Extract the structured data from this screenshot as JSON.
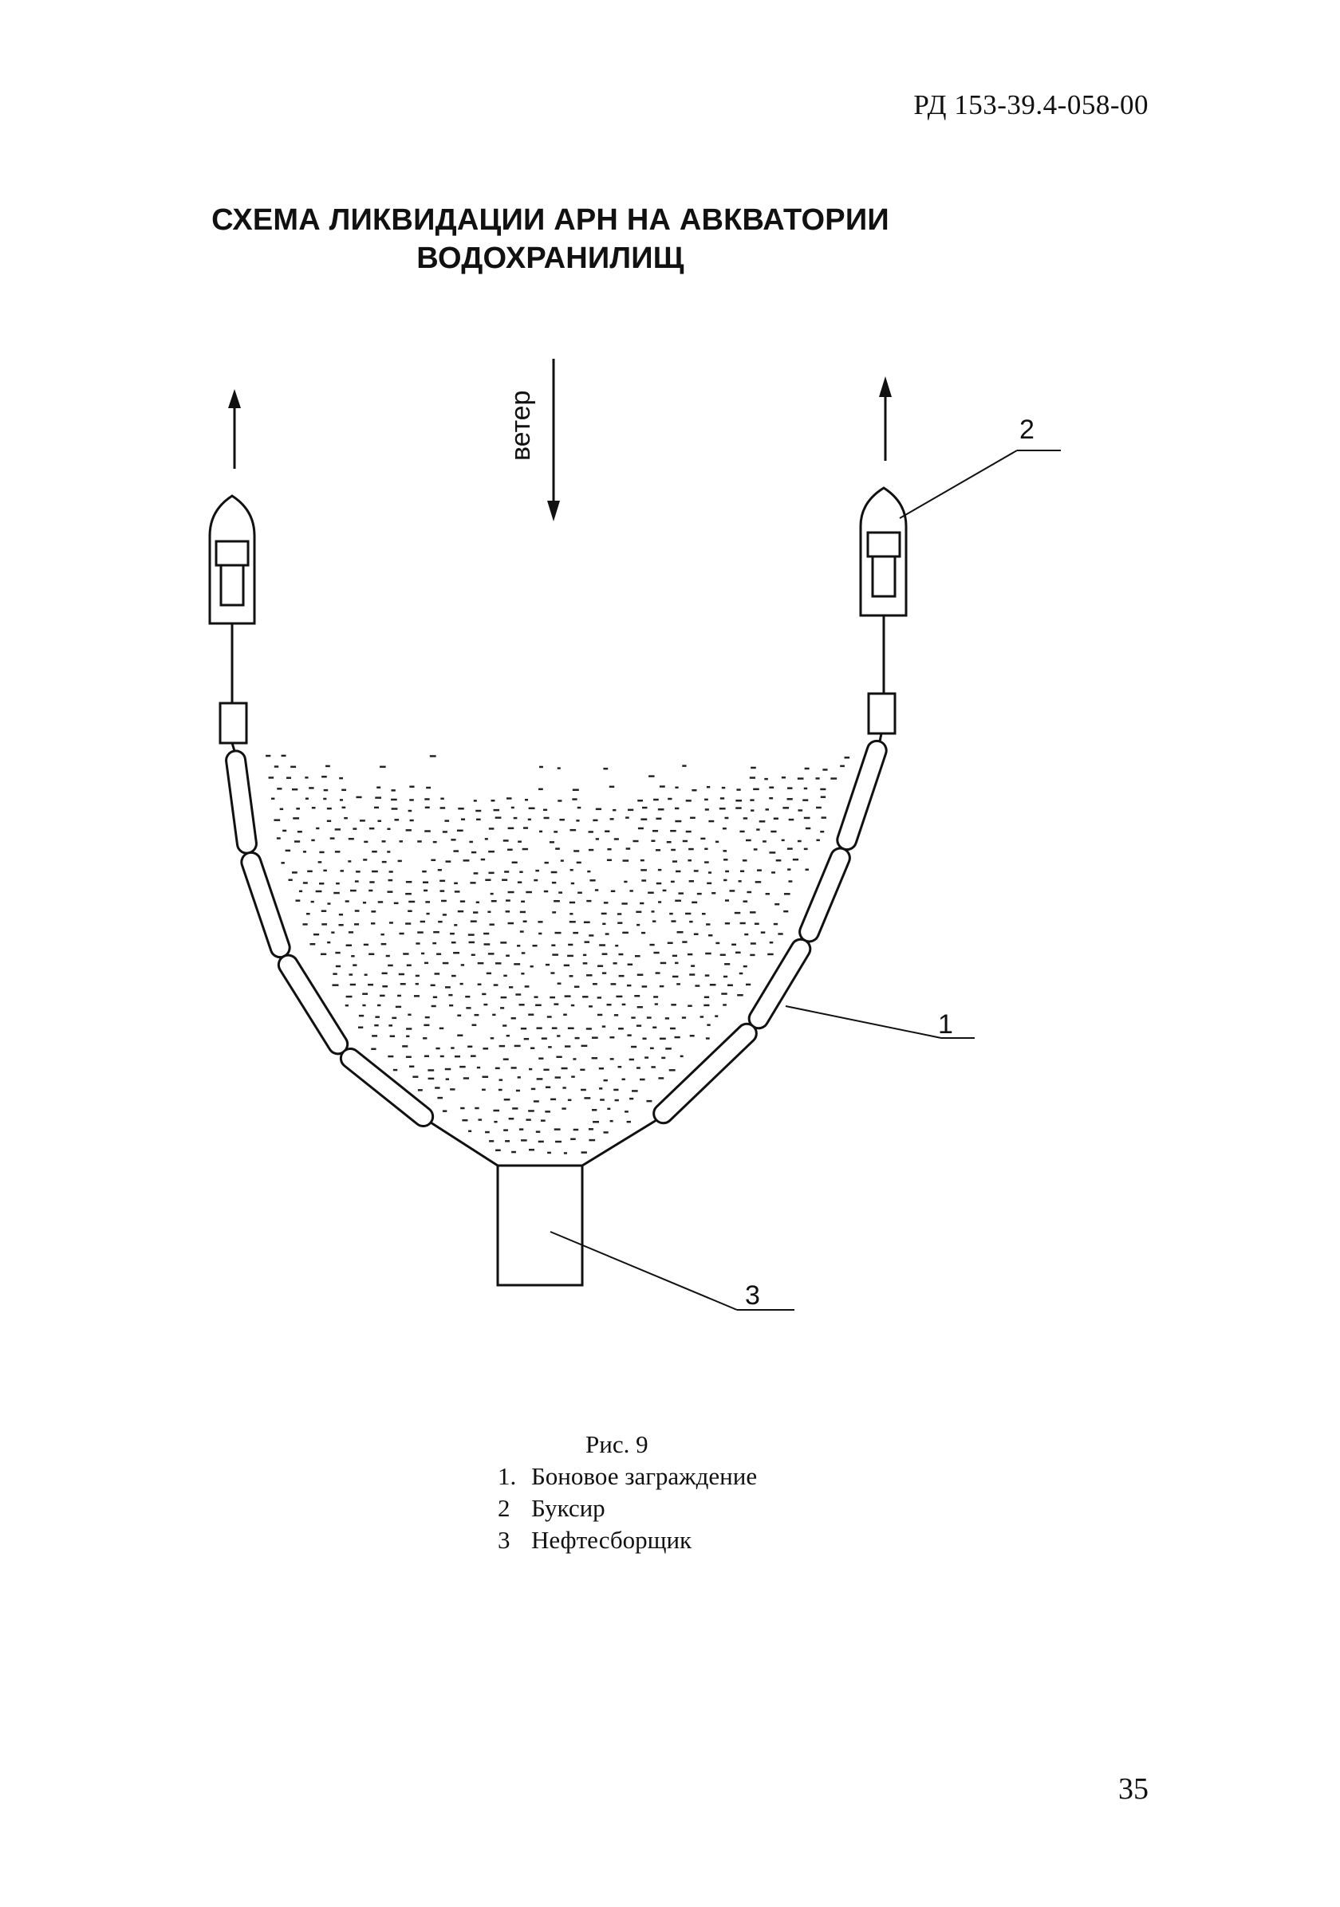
{
  "header": {
    "doc_code": "РД 153-39.4-058-00"
  },
  "title": {
    "line1": "СХЕМА ЛИКВИДАЦИИ АРН НА АВКВАТОРИИ",
    "line2": "ВОДОХРАНИЛИЩ"
  },
  "diagram": {
    "wind_label": "ветер",
    "callouts": [
      {
        "label": "1"
      },
      {
        "label": "2"
      },
      {
        "label": "3"
      }
    ]
  },
  "caption": {
    "figure_label": "Рис. 9",
    "legend": [
      {
        "num": "1.",
        "text": "Боновое заграждение"
      },
      {
        "num": "2",
        "text": "Буксир"
      },
      {
        "num": "3",
        "text": "Нефтесборщик"
      }
    ]
  },
  "footer": {
    "page_number": "35"
  }
}
